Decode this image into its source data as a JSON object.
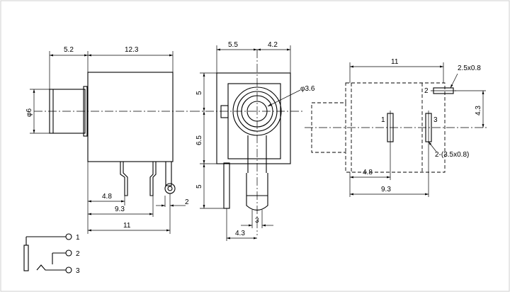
{
  "side_view": {
    "dim_top_left": "5.2",
    "dim_top_right": "12.3",
    "dim_diameter": "φ6",
    "dim_pin_offset": "4.8",
    "dim_pin_gap": "2",
    "dim_mid": "9.3",
    "dim_total": "11"
  },
  "front_view": {
    "dim_top_left": "5.5",
    "dim_top_right": "4.2",
    "dim_hole": "φ3.6",
    "dim_v1": "5",
    "dim_v2": "6.5",
    "dim_v3": "5",
    "dim_pin_width": "3",
    "dim_pin_offset": "4.3"
  },
  "footprint_view": {
    "dim_width": "11",
    "dim_slot_top": "2.5x0.8",
    "pin2": "2",
    "pin1": "1",
    "pin3": "3",
    "dim_height": "4.3",
    "dim_slots": "2-(3.5x0.8)",
    "dim_x1": "4.8",
    "dim_x2": "9.3"
  },
  "schematic": {
    "pin1": "1",
    "pin2": "2",
    "pin3": "3"
  }
}
